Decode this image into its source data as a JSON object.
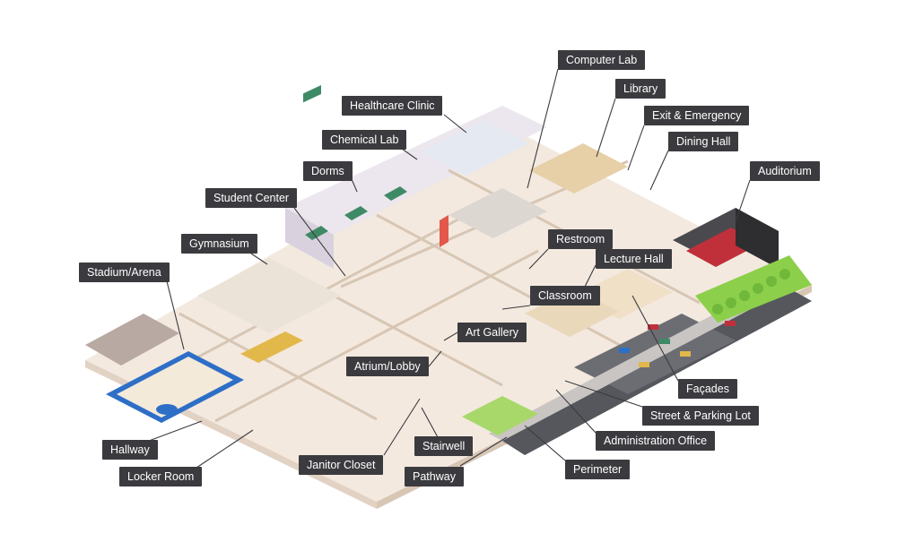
{
  "labels": {
    "computer_lab": "Computer Lab",
    "library": "Library",
    "healthcare_clinic": "Healthcare Clinic",
    "exit_emergency": "Exit & Emergency",
    "chemical_lab": "Chemical Lab",
    "dining_hall": "Dining Hall",
    "dorms": "Dorms",
    "auditorium": "Auditorium",
    "student_center": "Student Center",
    "gymnasium": "Gymnasium",
    "restroom": "Restroom",
    "lecture_hall": "Lecture Hall",
    "stadium_arena": "Stadium/Arena",
    "classroom": "Classroom",
    "art_gallery": "Art Gallery",
    "atrium_lobby": "Atrium/Lobby",
    "facades": "Façades",
    "street_parking": "Street & Parking Lot",
    "administration_office": "Administration Office",
    "stairwell": "Stairwell",
    "hallway": "Hallway",
    "janitor_closet": "Janitor Closet",
    "perimeter": "Perimeter",
    "pathway": "Pathway",
    "locker_room": "Locker Room"
  },
  "colors": {
    "label_bg": "#3b3b3f",
    "label_text": "#ffffff",
    "floor": "#f3e9df",
    "wall": "#e6d8cb",
    "court": "#2d6fc7",
    "road": "#55575d",
    "lawn": "#8ccf4a",
    "auditorium_seats": "#c0303b"
  }
}
